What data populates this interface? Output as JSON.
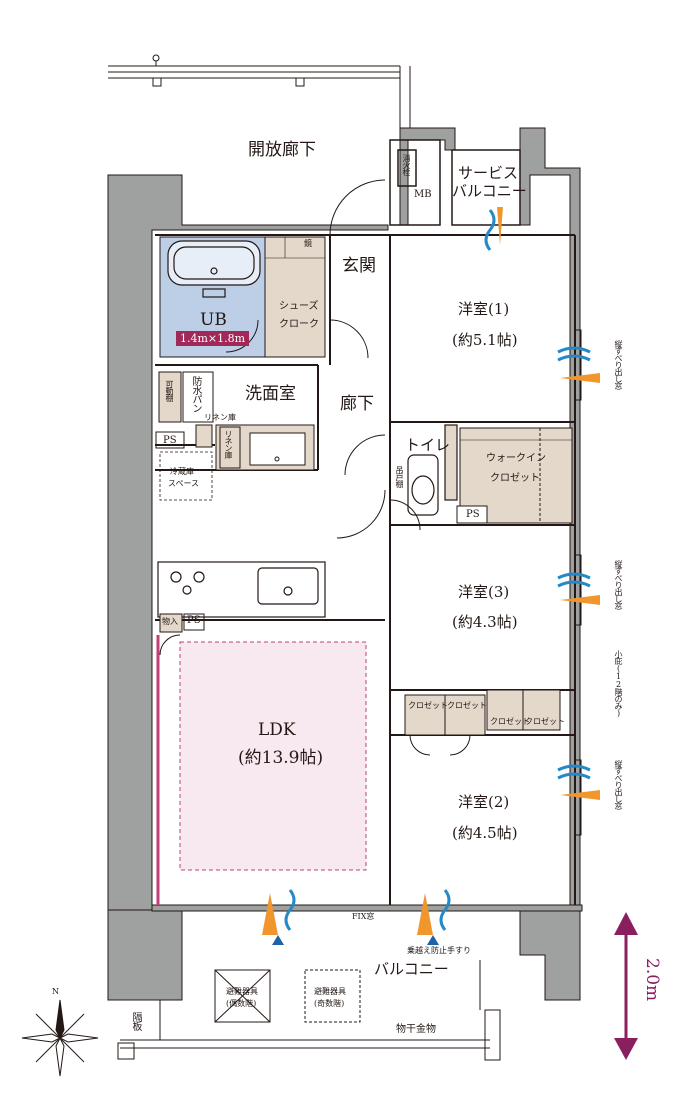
{
  "labels": {
    "open_corridor": "開放廊下",
    "mb": "MB",
    "fire_hydrant": "消火栓",
    "service_balcony_1": "サービス",
    "service_balcony_2": "バルコニー",
    "mirror": "鏡",
    "entrance": "玄関",
    "shoes_cloak_1": "シューズ",
    "shoes_cloak_2": "クローク",
    "ub": "UB",
    "ub_size": "1.4m×1.8m",
    "western_room_1": "洋室(1)",
    "western_room_1_size": "(約5.1帖)",
    "movable_shelf": "可動棚",
    "waterproof_pan": "防水パン",
    "washroom": "洗面室",
    "hallway": "廊下",
    "linen_cabinet_small": "リネン庫",
    "linen_cabinet": "リネン庫",
    "ps": "PS",
    "fridge_space_1": "冷蔵庫",
    "fridge_space_2": "スペース",
    "toilet": "トイレ",
    "hanging_shelf": "吊戸棚",
    "walkin_closet_1": "ウォークイン",
    "walkin_closet_2": "クロゼット",
    "western_room_3": "洋室(3)",
    "western_room_3_size": "(約4.3帖)",
    "storage": "物入",
    "closet": "クロゼット",
    "ldk": "LDK",
    "ldk_size": "(約13.9帖)",
    "western_room_2": "洋室(2)",
    "western_room_2_size": "(約4.5帖)",
    "slide_window": "縦すべり出し窓",
    "eaves": "小庇(12階のみ)",
    "fix_window": "FIX窓",
    "anti_climb_rail": "乗越え防止手すり",
    "balcony": "バルコニー",
    "evacuation_even": "避難器具",
    "evacuation_even_note": "(偶数階)",
    "evacuation_odd": "避難器具",
    "evacuation_odd_note": "(奇数階)",
    "partition": "隔板",
    "drying_rack": "物干金物",
    "north": "N",
    "dimension": "2.0m"
  },
  "colors": {
    "wall": "#9fa0a0",
    "wall_dark": "#7d7e7e",
    "bath": "#bccfe6",
    "shoes": "#e4d8cb",
    "ldk_floor": "#f7e9ef",
    "ldk_outline": "#c1407a",
    "accent": "#8a1f5f",
    "wind_blue": "#2389c8",
    "wind_orange": "#f0962d",
    "line": "#231815"
  },
  "icons": [
    "compass-icon",
    "dimension-arrow-icon",
    "bathtub-icon",
    "toilet-icon",
    "sink-icon",
    "stove-icon",
    "airflow-icon"
  ]
}
